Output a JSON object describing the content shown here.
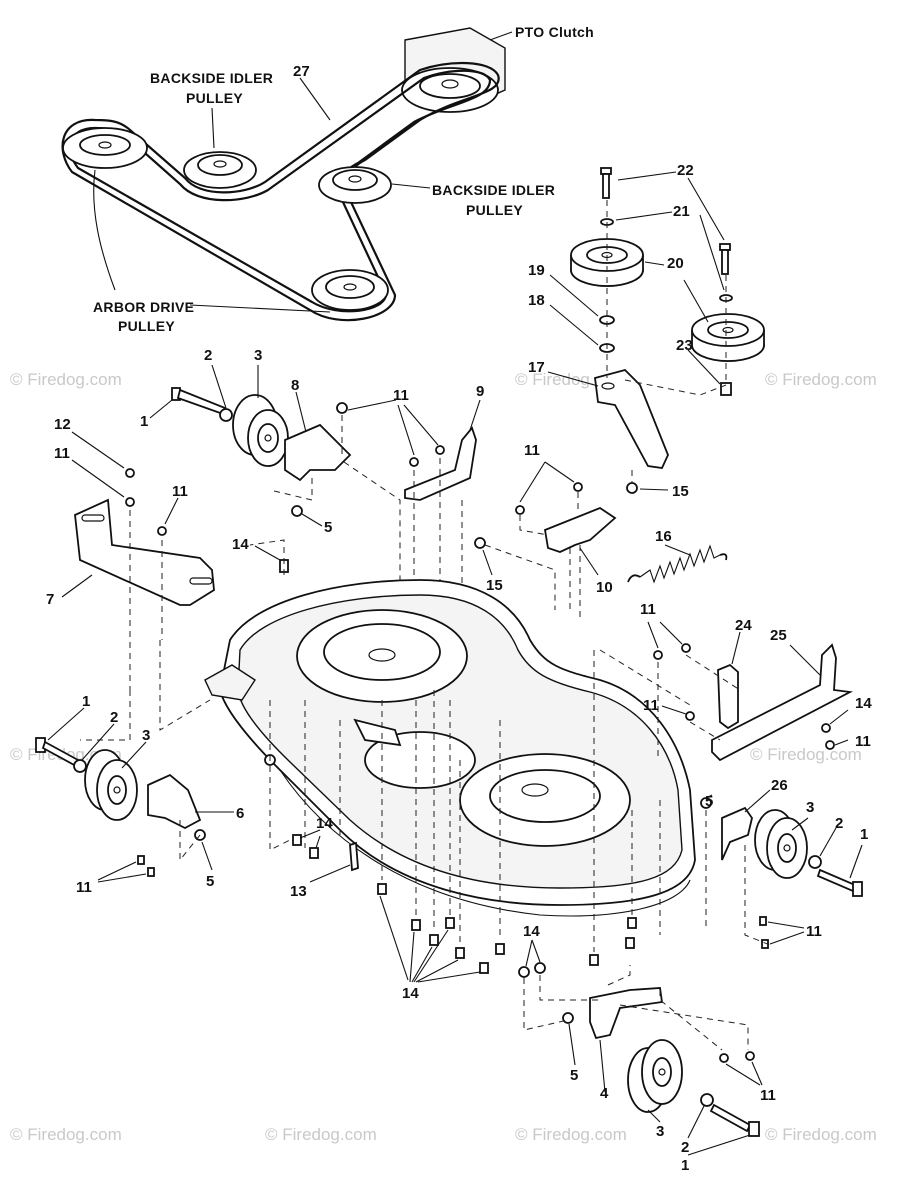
{
  "watermark": "© Firedog.com",
  "labels": {
    "pto_clutch": "PTO Clutch",
    "backside_idler_1_l1": "BACKSIDE IDLER",
    "backside_idler_1_l2": "PULLEY",
    "backside_idler_2_l1": "BACKSIDE IDLER",
    "backside_idler_2_l2": "PULLEY",
    "arbor_drive_l1": "ARBOR DRIVE",
    "arbor_drive_l2": "PULLEY"
  },
  "callouts": {
    "c27": "27",
    "c22": "22",
    "c21": "21",
    "c20": "20",
    "c19": "19",
    "c18": "18",
    "c17": "17",
    "c23": "23",
    "c2a": "2",
    "c3a": "3",
    "c1a": "1",
    "c8": "8",
    "c11a": "11",
    "c9": "9",
    "c12": "12",
    "c11b": "11",
    "c11c": "11",
    "c5a": "5",
    "c14a": "14",
    "c7": "7",
    "c11d": "11",
    "c15a": "15",
    "c15b": "15",
    "c16": "16",
    "c10": "10",
    "c11e": "11",
    "c24": "24",
    "c25": "25",
    "c11f": "11",
    "c14b": "14",
    "c11g": "11",
    "c1b": "1",
    "c2b": "2",
    "c3b": "3",
    "c6": "6",
    "c14c": "14",
    "c5b": "5",
    "c11h": "11",
    "c13": "13",
    "c5c": "5",
    "c26": "26",
    "c3c": "3",
    "c2c": "2",
    "c1c": "1",
    "c11i": "11",
    "c14d": "14",
    "c14e": "14",
    "c5d": "5",
    "c4": "4",
    "c11j": "11",
    "c3d": "3",
    "c2d": "2",
    "c1d": "1"
  }
}
